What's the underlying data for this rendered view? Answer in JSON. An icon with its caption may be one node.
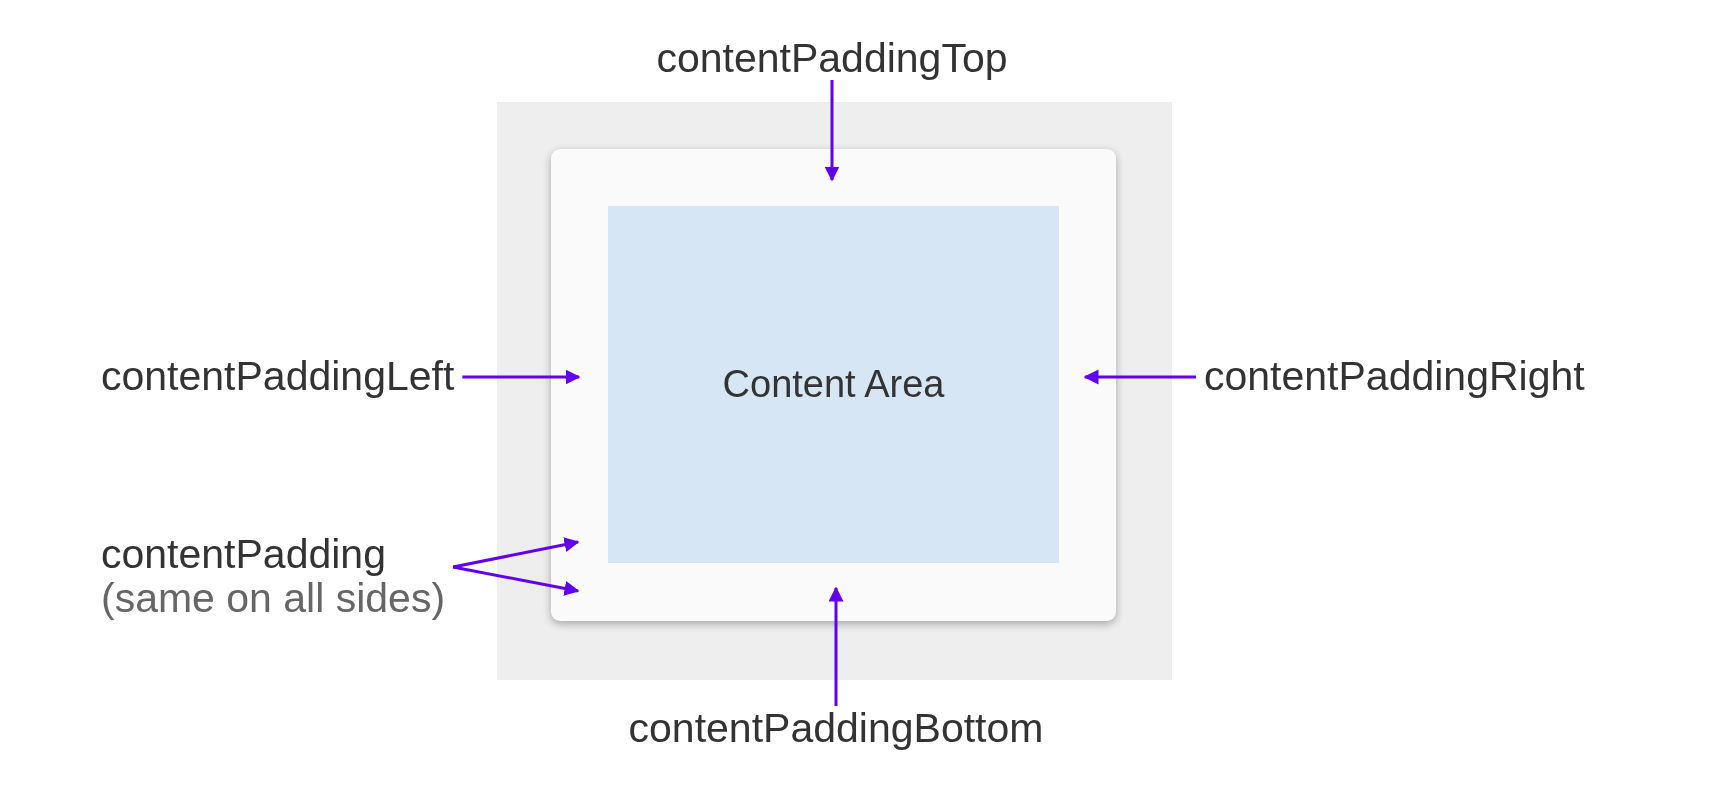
{
  "diagram": {
    "nodes": [
      {
        "text": [],
        "shape": "box"
      },
      {
        "text": [],
        "shape": "box",
        "in": 0
      },
      {
        "text": [
          "Content Area"
        ],
        "in": 1
      },
      {
        "text": [
          "contentPaddingTop"
        ]
      },
      {
        "text": [
          "contentPaddingLeft"
        ]
      },
      {
        "text": [
          "contentPaddingRight"
        ]
      },
      {
        "text": [
          "contentPadding",
          "(same on all sides)"
        ]
      },
      {
        "text": [
          "contentPaddingBottom"
        ]
      }
    ],
    "edges": [
      {
        "from": 3,
        "to": 1,
        "arrow": "to"
      },
      {
        "from": 4,
        "to": 1,
        "arrow": "to"
      },
      {
        "from": 5,
        "to": 1,
        "arrow": "to"
      },
      {
        "from": 6,
        "to": 1,
        "arrow": "to"
      },
      {
        "from": 6,
        "to": 1,
        "arrow": "to"
      },
      {
        "from": 7,
        "to": 1,
        "arrow": "to"
      }
    ]
  }
}
